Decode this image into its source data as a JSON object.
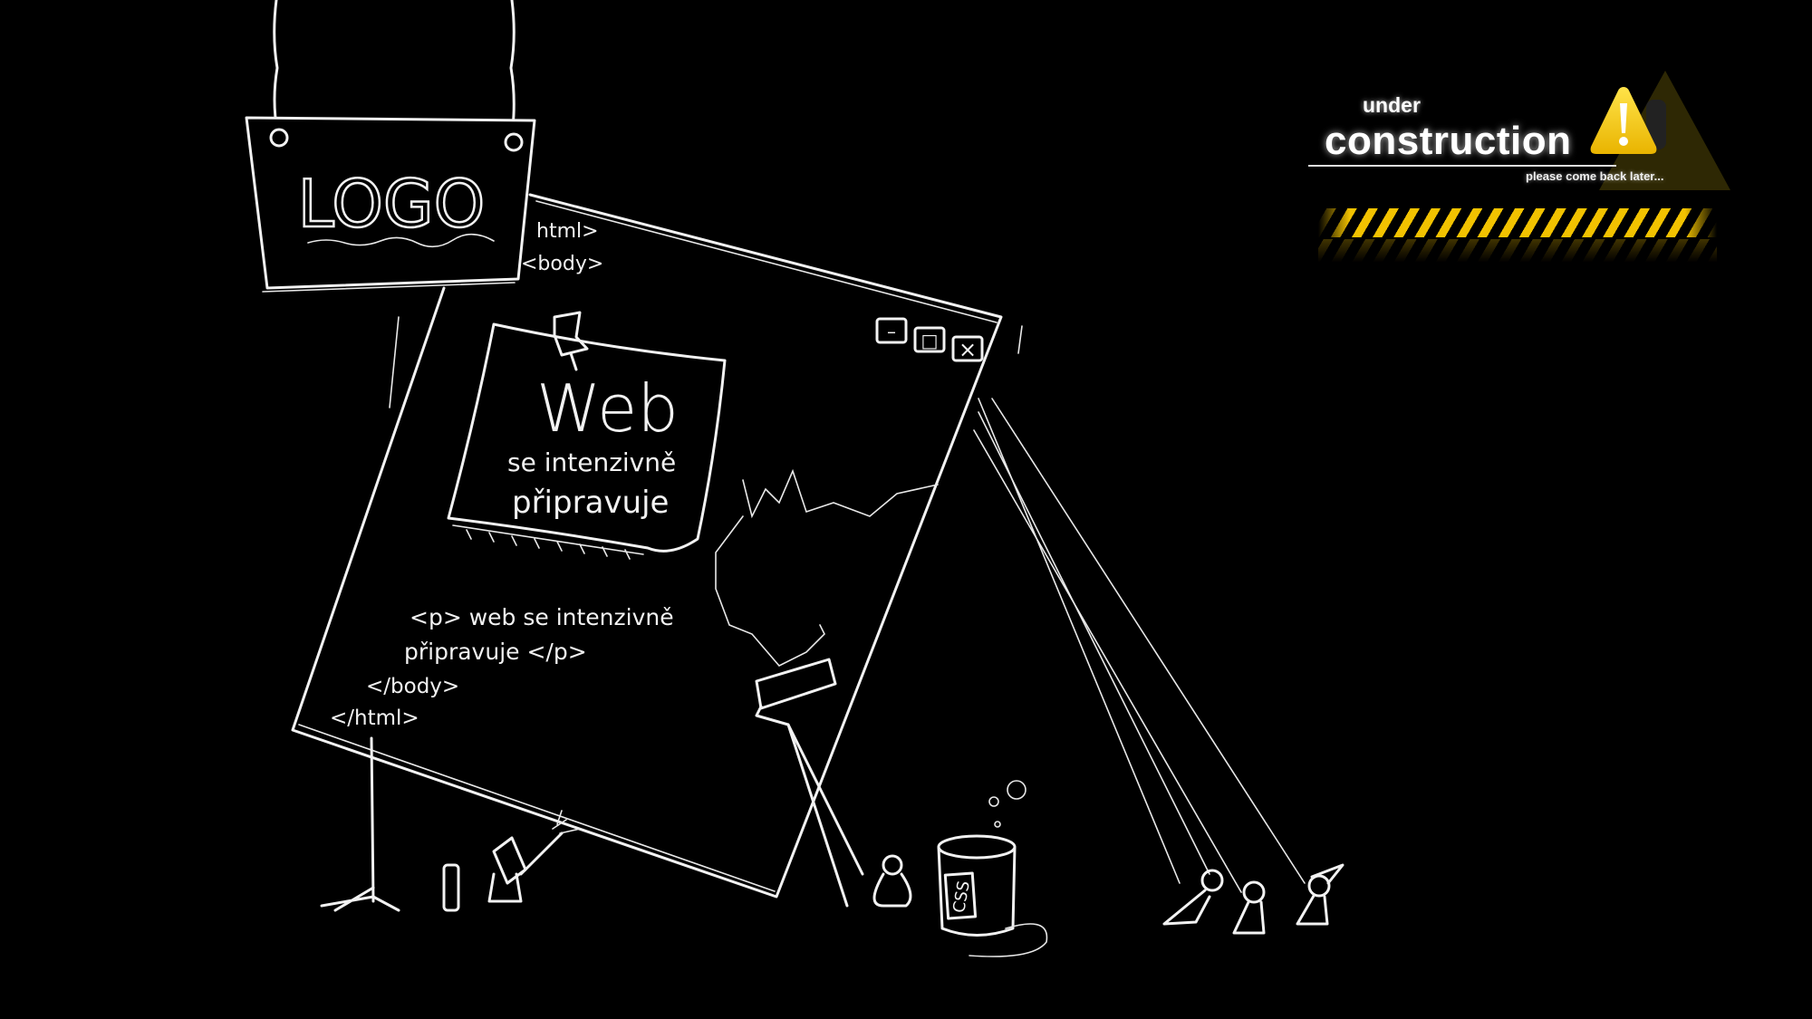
{
  "sign": {
    "logo_text": "LOGO"
  },
  "browser": {
    "code_open_html": "html>",
    "code_open_body": "<body>",
    "code_paragraph_line1": "<p> web se intenzivně",
    "code_paragraph_line2": "připravuje </p>",
    "code_close_body": "</body>",
    "code_close_html": "</html>",
    "window_buttons": {
      "minimize": "–",
      "maximize": "□",
      "close": "×"
    }
  },
  "sticky_note": {
    "title": "Web",
    "line1": "se intenzivně",
    "line2": "připravuje"
  },
  "paint_can": {
    "label": "CSS"
  },
  "badge": {
    "under": "under",
    "construction": "construction",
    "subtitle": "please come back later...",
    "accent_color": "#f2c200",
    "icon": "warning-icon"
  }
}
